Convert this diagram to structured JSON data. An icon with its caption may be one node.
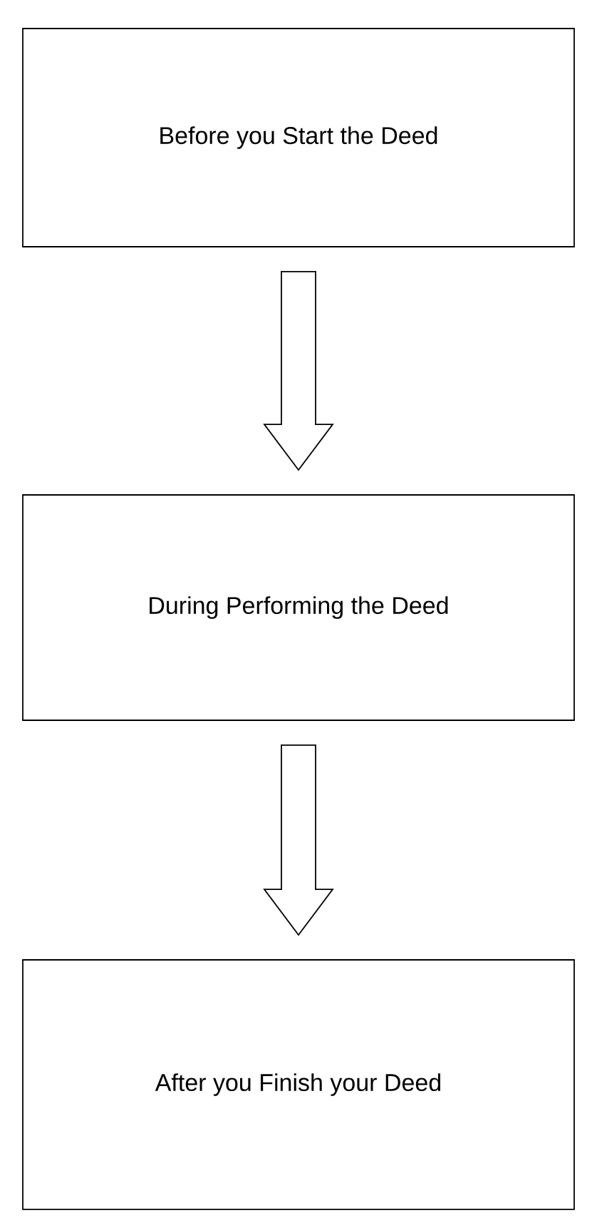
{
  "diagram": {
    "nodes": [
      {
        "text": [
          "Before you Start the Deed"
        ]
      },
      {
        "text": [
          "During Performing the Deed"
        ]
      },
      {
        "text": [
          "After you Finish your Deed"
        ]
      }
    ],
    "edges": [
      {
        "from": 0,
        "to": 1,
        "arrow": "to"
      },
      {
        "from": 1,
        "to": 2,
        "arrow": "to"
      }
    ]
  }
}
